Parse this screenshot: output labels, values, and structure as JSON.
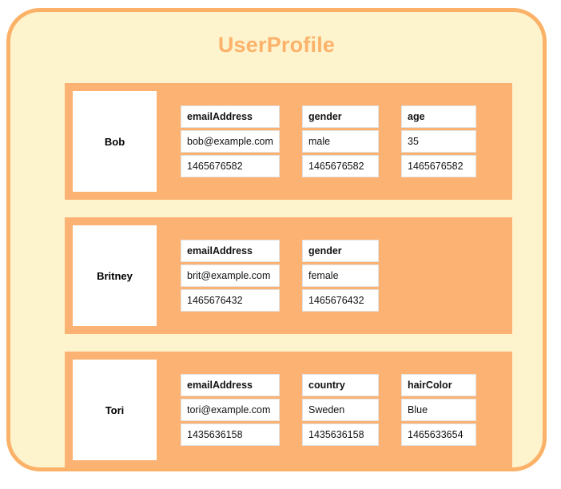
{
  "diagram": {
    "title": "UserProfile",
    "colors": {
      "card_fill": "#fdf3cd",
      "card_border": "#fbb268",
      "title_text": "#fcb26a",
      "row_band": "#fcb273",
      "cell_fill": "#ffffff",
      "cell_border": "#e2e2e2",
      "text": "#111111"
    },
    "users": [
      {
        "name": "Bob",
        "fields": [
          {
            "key": "emailAddress",
            "value": "bob@example.com",
            "timestamp": "1465676582",
            "width": "wide"
          },
          {
            "key": "gender",
            "value": "male",
            "timestamp": "1465676582",
            "width": "mid"
          },
          {
            "key": "age",
            "value": "35",
            "timestamp": "1465676582",
            "width": "narrow"
          }
        ]
      },
      {
        "name": "Britney",
        "fields": [
          {
            "key": "emailAddress",
            "value": "brit@example.com",
            "timestamp": "1465676432",
            "width": "wide"
          },
          {
            "key": "gender",
            "value": "female",
            "timestamp": "1465676432",
            "width": "mid"
          }
        ]
      },
      {
        "name": "Tori",
        "fields": [
          {
            "key": "emailAddress",
            "value": "tori@example.com",
            "timestamp": "1435636158",
            "width": "wide"
          },
          {
            "key": "country",
            "value": "Sweden",
            "timestamp": "1435636158",
            "width": "mid"
          },
          {
            "key": "hairColor",
            "value": "Blue",
            "timestamp": "1465633654",
            "width": "narrow"
          }
        ]
      }
    ]
  }
}
